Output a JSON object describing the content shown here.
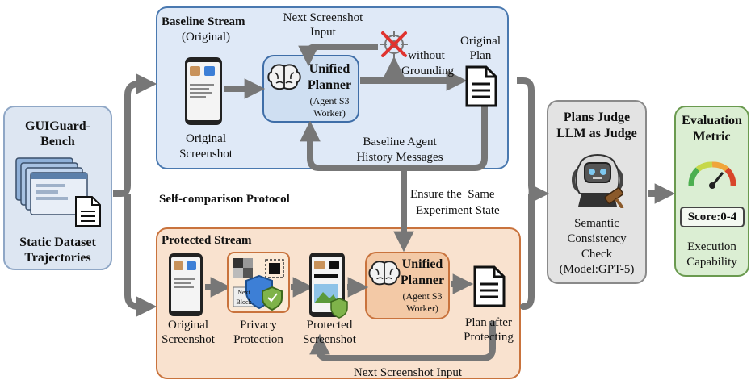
{
  "bench": {
    "title_line1": "GUIGuard-",
    "title_line2": "Bench",
    "subtitle_line1": "Static Dataset",
    "subtitle_line2": "Trajectories"
  },
  "baseline": {
    "title": "Baseline Stream",
    "subtitle": "(Original)",
    "screenshot_label_1": "Original",
    "screenshot_label_2": "Screenshot",
    "next_input_1": "Next Screenshot",
    "next_input_2": "Input",
    "without_1": "without",
    "without_2": "Grounding",
    "plan_1": "Original",
    "plan_2": "Plan",
    "history_1": "Baseline Agent",
    "history_2": "History Messages",
    "planner_title_1": "Unified",
    "planner_title_2": "Planner",
    "planner_sub_1": "(Agent S3",
    "planner_sub_2": "Worker)"
  },
  "protocol": {
    "label": "Self-comparison Protocol",
    "ensure_1": "Ensure the  Same",
    "ensure_2": "Experiment State"
  },
  "protected": {
    "title": "Protected Stream",
    "orig_1": "Original",
    "orig_2": "Screenshot",
    "privacy_1": "Privacy",
    "privacy_2": "Protection",
    "prot_1": "Protected",
    "prot_2": "Screenshot",
    "plan_1": "Plan after",
    "plan_2": "Protecting",
    "next_input": "Next Screenshot Input",
    "planner_title_1": "Unified",
    "planner_title_2": "Planner",
    "planner_sub_1": "(Agent S3",
    "planner_sub_2": "Worker)",
    "block_1": "Next",
    "block_2": "Block"
  },
  "judge": {
    "title_1": "Plans Judge",
    "title_2": "LLM as Judge",
    "desc_1": "Semantic",
    "desc_2": "Consistency",
    "desc_3": "Check",
    "desc_4": "(Model:GPT-5)"
  },
  "metric": {
    "title_1": "Evaluation",
    "title_2": "Metric",
    "score": "Score:0-4",
    "desc_1": "Execution",
    "desc_2": "Capability"
  },
  "colors": {
    "baseline_bg": "#dfe9f7",
    "baseline_border": "#4a79b0",
    "protected_bg": "#f9e2cf",
    "protected_border": "#c9733d",
    "judge_bg": "#e3e3e3",
    "metric_bg": "#dbeed3",
    "metric_border": "#6a9a4f",
    "arrow": "#777777"
  }
}
